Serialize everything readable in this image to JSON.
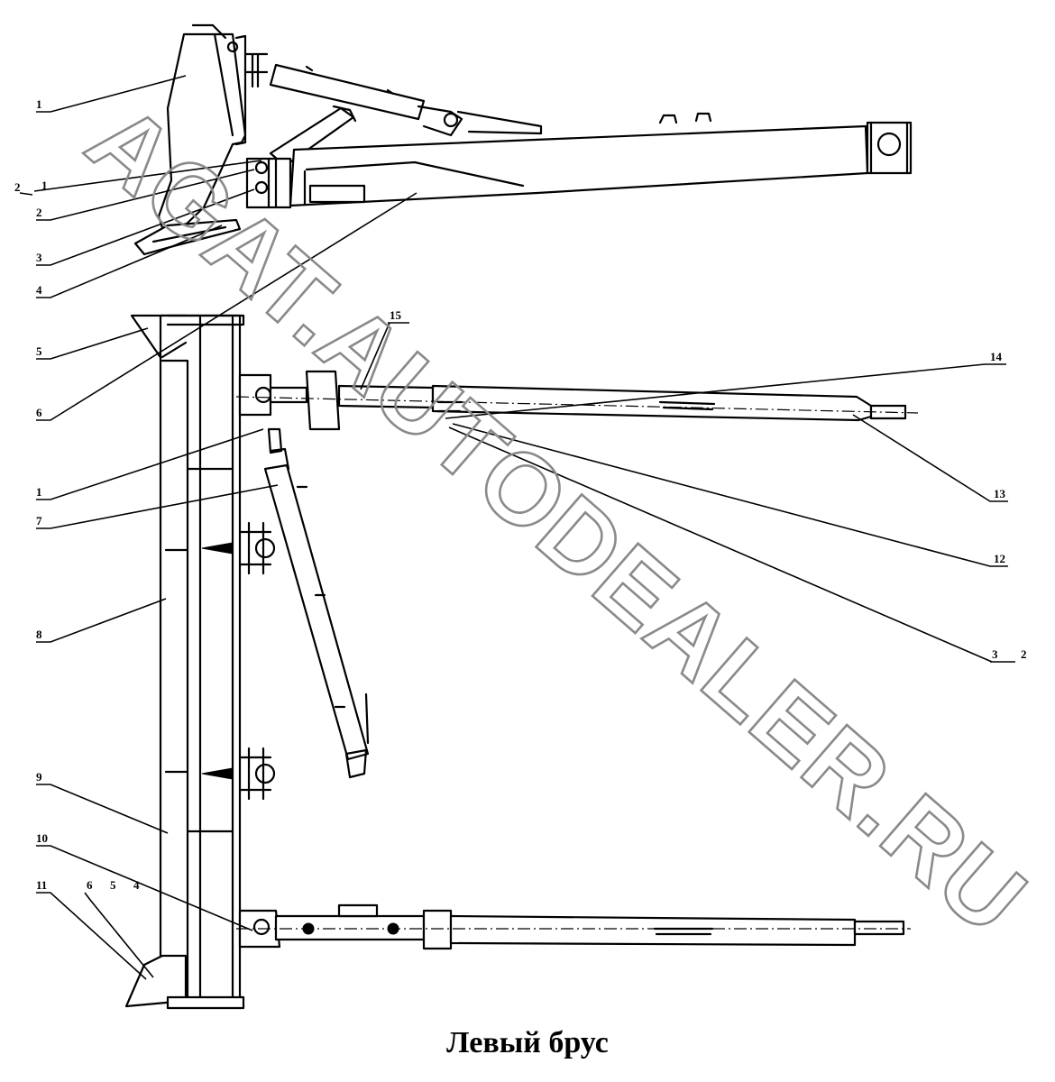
{
  "caption": "Левый брус",
  "watermark": "AGAT.AUTODEALER.RU",
  "callouts": {
    "c1": "1",
    "c2_1a": "2",
    "c2_1b": "1",
    "c2": "2",
    "c3": "3",
    "c4": "4",
    "c5": "5",
    "c6": "6",
    "c15": "15",
    "c14": "14",
    "c1b": "1",
    "c7": "7",
    "c13": "13",
    "c12": "12",
    "c3_2a": "3",
    "c3_2b": "2",
    "c8": "8",
    "c9": "9",
    "c10": "10",
    "c11": "11",
    "c654a": "6",
    "c654b": "5",
    "c654c": "4"
  },
  "colors": {
    "line": "#000000",
    "watermark": "#8a8a8a",
    "background": "#ffffff"
  }
}
